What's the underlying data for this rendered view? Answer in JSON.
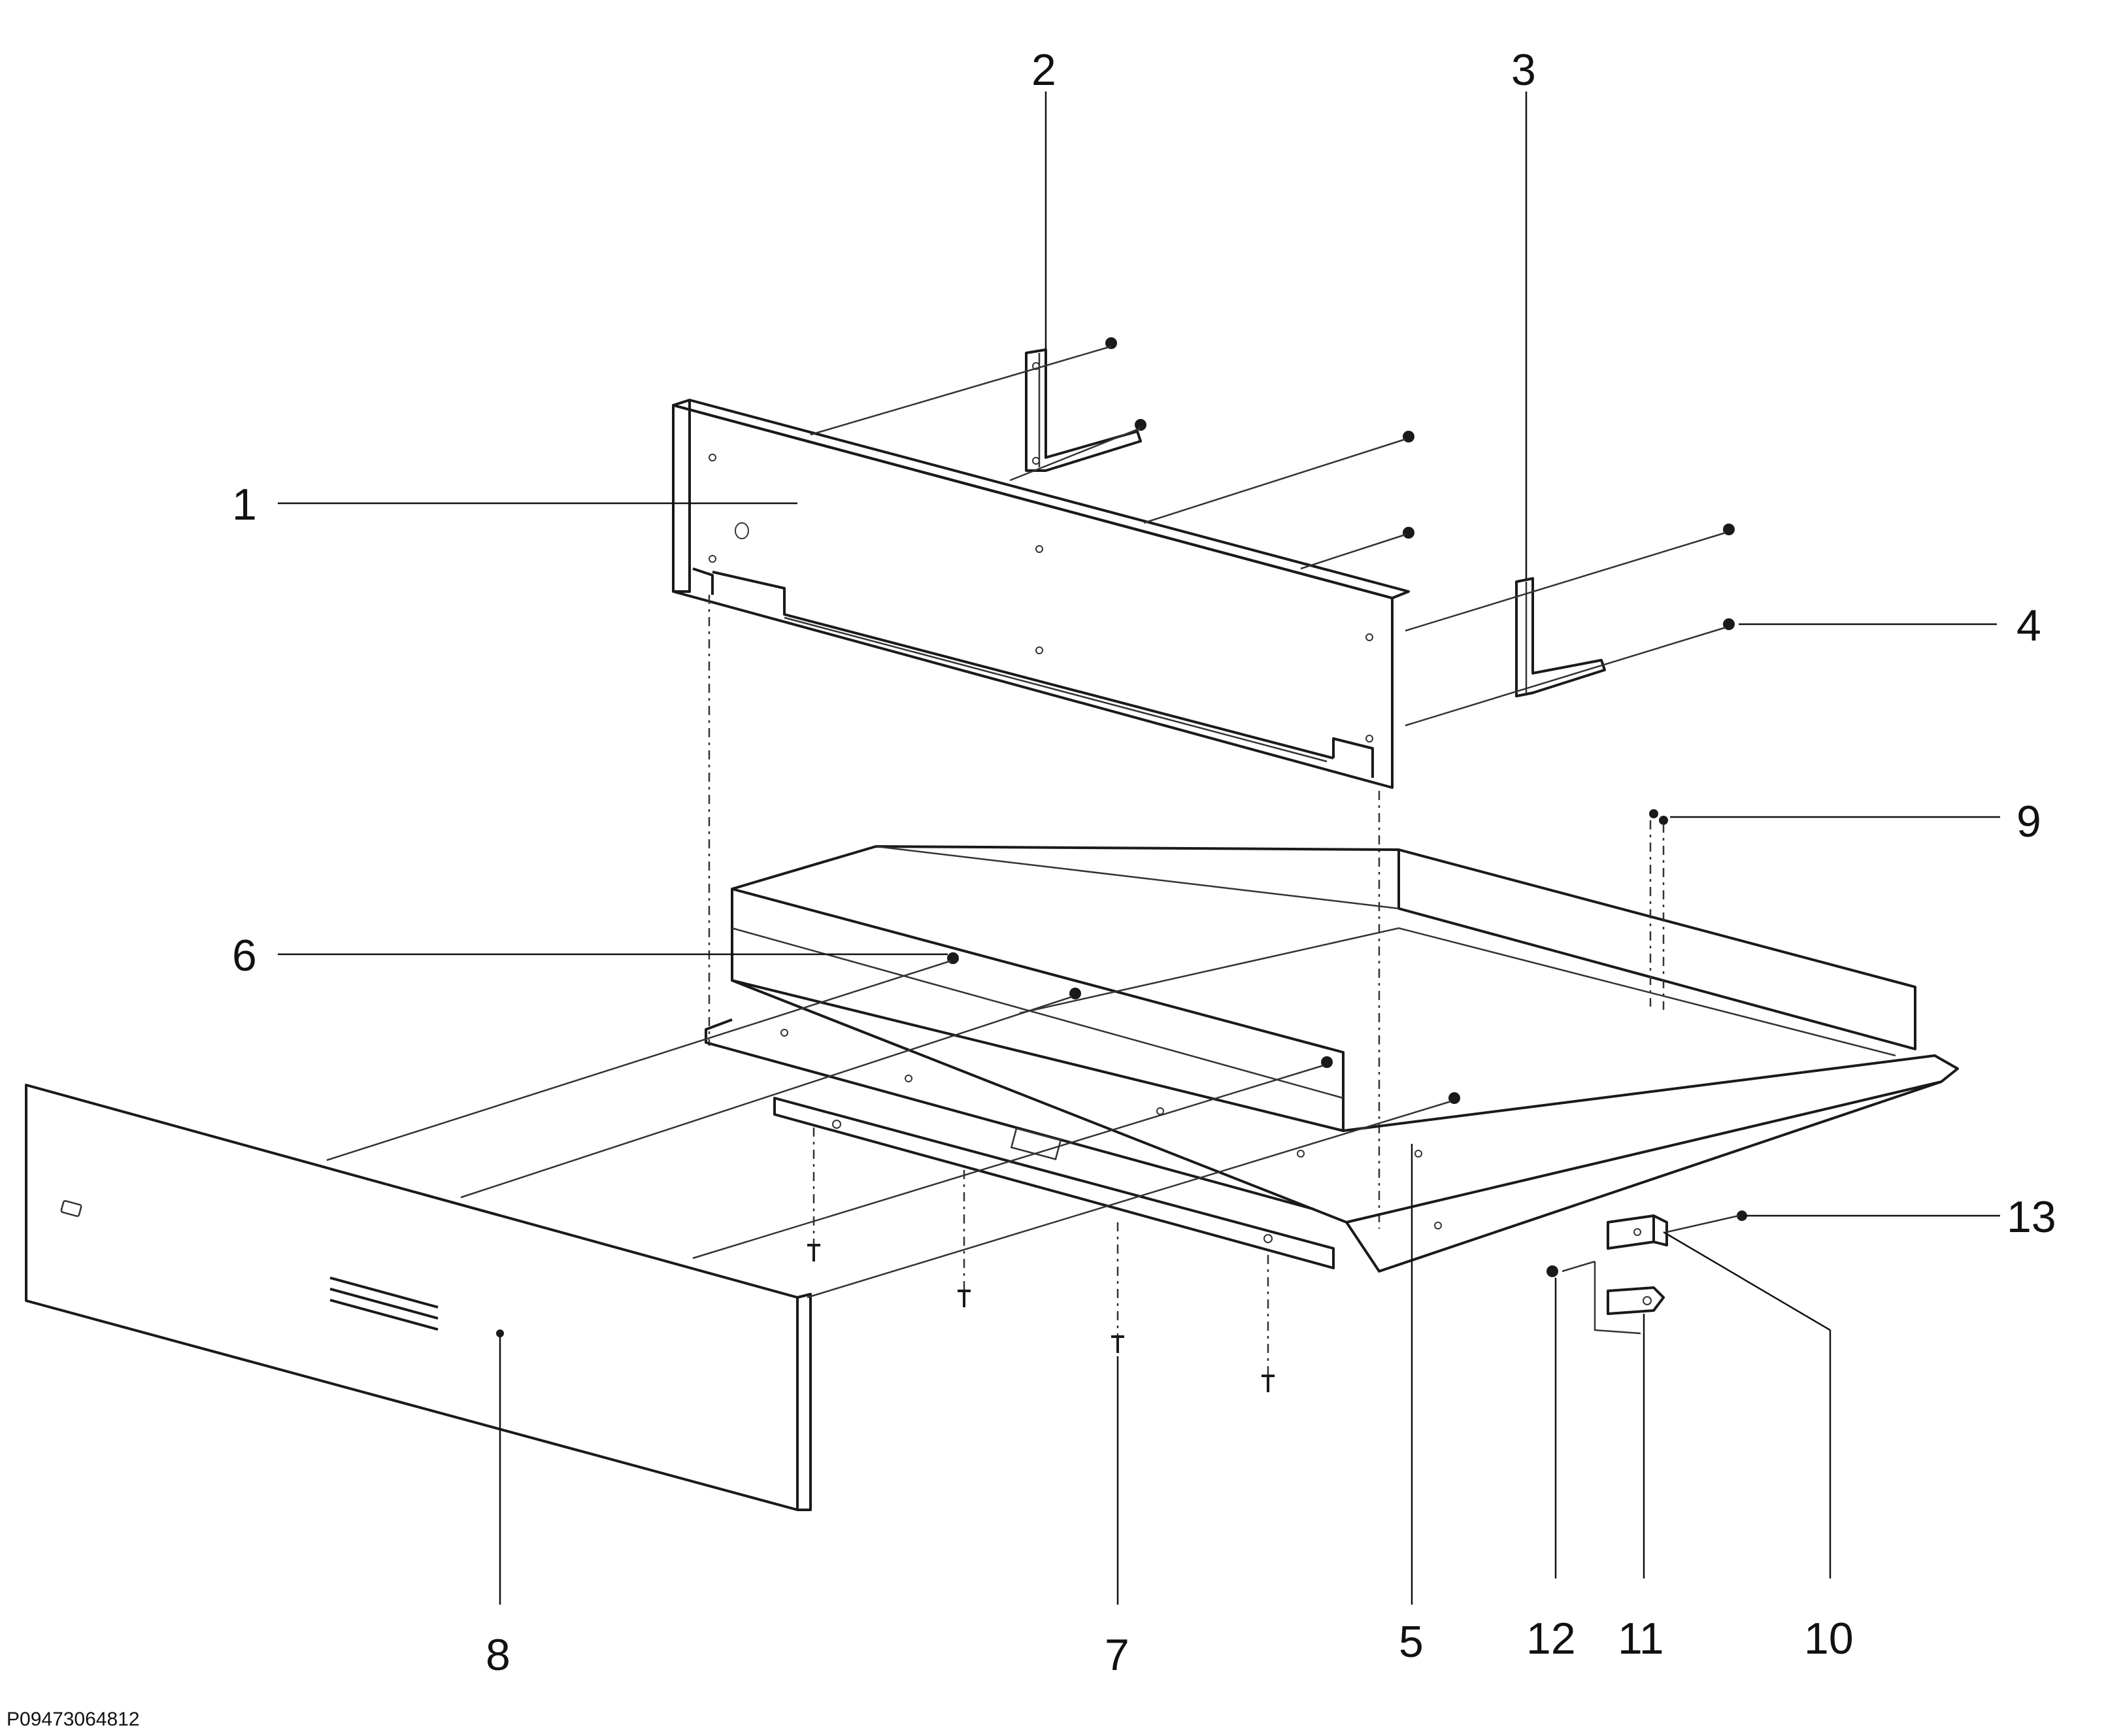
{
  "diagram": {
    "labels": {
      "p1": "1",
      "p2": "2",
      "p3": "3",
      "p4": "4",
      "p5": "5",
      "p6": "6",
      "p7": "7",
      "p8": "8",
      "p9": "9",
      "p10": "10",
      "p11": "11",
      "p12": "12",
      "p13": "13"
    },
    "drawing_code": "P09473064812"
  }
}
